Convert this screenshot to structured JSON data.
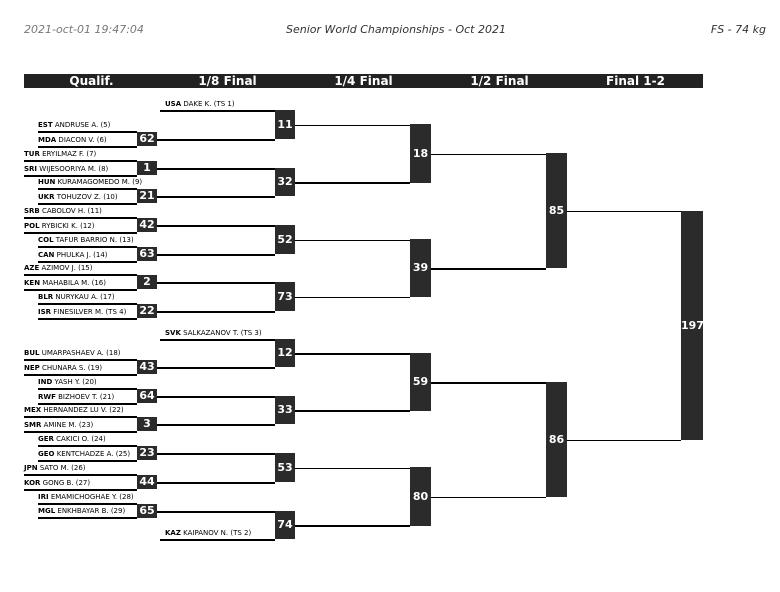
{
  "header": {
    "timestamp": "2021-oct-01 19:47:04",
    "event": "Senior World Championships - Oct 2021",
    "category": "FS - 74 kg"
  },
  "columns": [
    "Qualif.",
    "1/8 Final",
    "1/4 Final",
    "1/2 Final",
    "Final 1-2"
  ],
  "wrestlers": [
    {
      "code": "USA",
      "name": "DAKE K. (TS 1)"
    },
    {
      "code": "EST",
      "name": "ANDRUSE A. (5)"
    },
    {
      "code": "MDA",
      "name": "DIACON V. (6)"
    },
    {
      "code": "TUR",
      "name": "ERYILMAZ F. (7)"
    },
    {
      "code": "SRI",
      "name": "WIJESOORIYA M. (8)"
    },
    {
      "code": "HUN",
      "name": "KURAMAGOMEDO M. (9)"
    },
    {
      "code": "UKR",
      "name": "TOHUZOV Z. (10)"
    },
    {
      "code": "SRB",
      "name": "CABOLOV H. (11)"
    },
    {
      "code": "POL",
      "name": "RYBICKI K. (12)"
    },
    {
      "code": "COL",
      "name": "TAFUR BARRIO N. (13)"
    },
    {
      "code": "CAN",
      "name": "PHULKA J. (14)"
    },
    {
      "code": "AZE",
      "name": "AZIMOV J. (15)"
    },
    {
      "code": "KEN",
      "name": "MAHABILA M. (16)"
    },
    {
      "code": "BLR",
      "name": "NURYKAU A. (17)"
    },
    {
      "code": "ISR",
      "name": "FINESILVER M. (TS 4)"
    },
    {
      "code": "SVK",
      "name": "SALKAZANOV T. (TS 3)"
    },
    {
      "code": "BUL",
      "name": "UMARPASHAEV A. (18)"
    },
    {
      "code": "NEP",
      "name": "CHUNARA S. (19)"
    },
    {
      "code": "IND",
      "name": "YASH Y. (20)"
    },
    {
      "code": "RWF",
      "name": "BIZHOEV T. (21)"
    },
    {
      "code": "MEX",
      "name": "HERNANDEZ LU V. (22)"
    },
    {
      "code": "SMR",
      "name": "AMINE M. (23)"
    },
    {
      "code": "GER",
      "name": "CAKICI O. (24)"
    },
    {
      "code": "GEO",
      "name": "KENTCHADZE A. (25)"
    },
    {
      "code": "JPN",
      "name": "SATO M. (26)"
    },
    {
      "code": "KOR",
      "name": "GONG B. (27)"
    },
    {
      "code": "IRI",
      "name": "EMAMICHOGHAE Y. (28)"
    },
    {
      "code": "MGL",
      "name": "ENKHBAYAR B. (29)"
    },
    {
      "code": "KAZ",
      "name": "KAIPANOV N. (TS 2)"
    }
  ],
  "qualif_bouts": [
    "62",
    "1",
    "21",
    "42",
    "63",
    "2",
    "22",
    "43",
    "64",
    "3",
    "23",
    "44",
    "65"
  ],
  "r16_bouts": [
    "11",
    "32",
    "52",
    "73",
    "12",
    "33",
    "53",
    "74"
  ],
  "qf_bouts": [
    "18",
    "39",
    "59",
    "80"
  ],
  "sf_bouts": [
    "85",
    "86"
  ],
  "final_bout": "197"
}
